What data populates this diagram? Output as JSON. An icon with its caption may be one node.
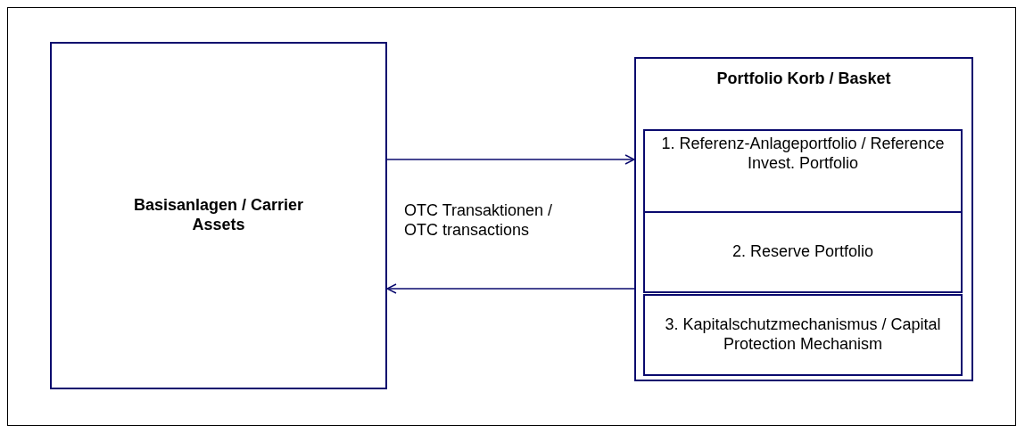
{
  "diagram": {
    "nodes": [
      {
        "text": [
          "Basisanlagen / Carrier Assets"
        ]
      },
      {
        "text": [
          "Portfolio Korb / Basket"
        ]
      },
      {
        "text": [
          "1. Referenz-Anlageportfolio / Reference Invest. Portfolio"
        ],
        "in": 1
      },
      {
        "text": [
          "2. Reserve Portfolio"
        ],
        "in": 1
      },
      {
        "text": [
          "3. Kapitalschutzmechanismus / Capital Protection Mechanism"
        ],
        "in": 1
      }
    ],
    "edges": [
      {
        "from": 0,
        "to": 1,
        "arrow": "to"
      },
      {
        "from": 1,
        "to": 0,
        "arrow": "to"
      }
    ],
    "labels": [
      "OTC Transaktionen / OTC transactions"
    ]
  }
}
